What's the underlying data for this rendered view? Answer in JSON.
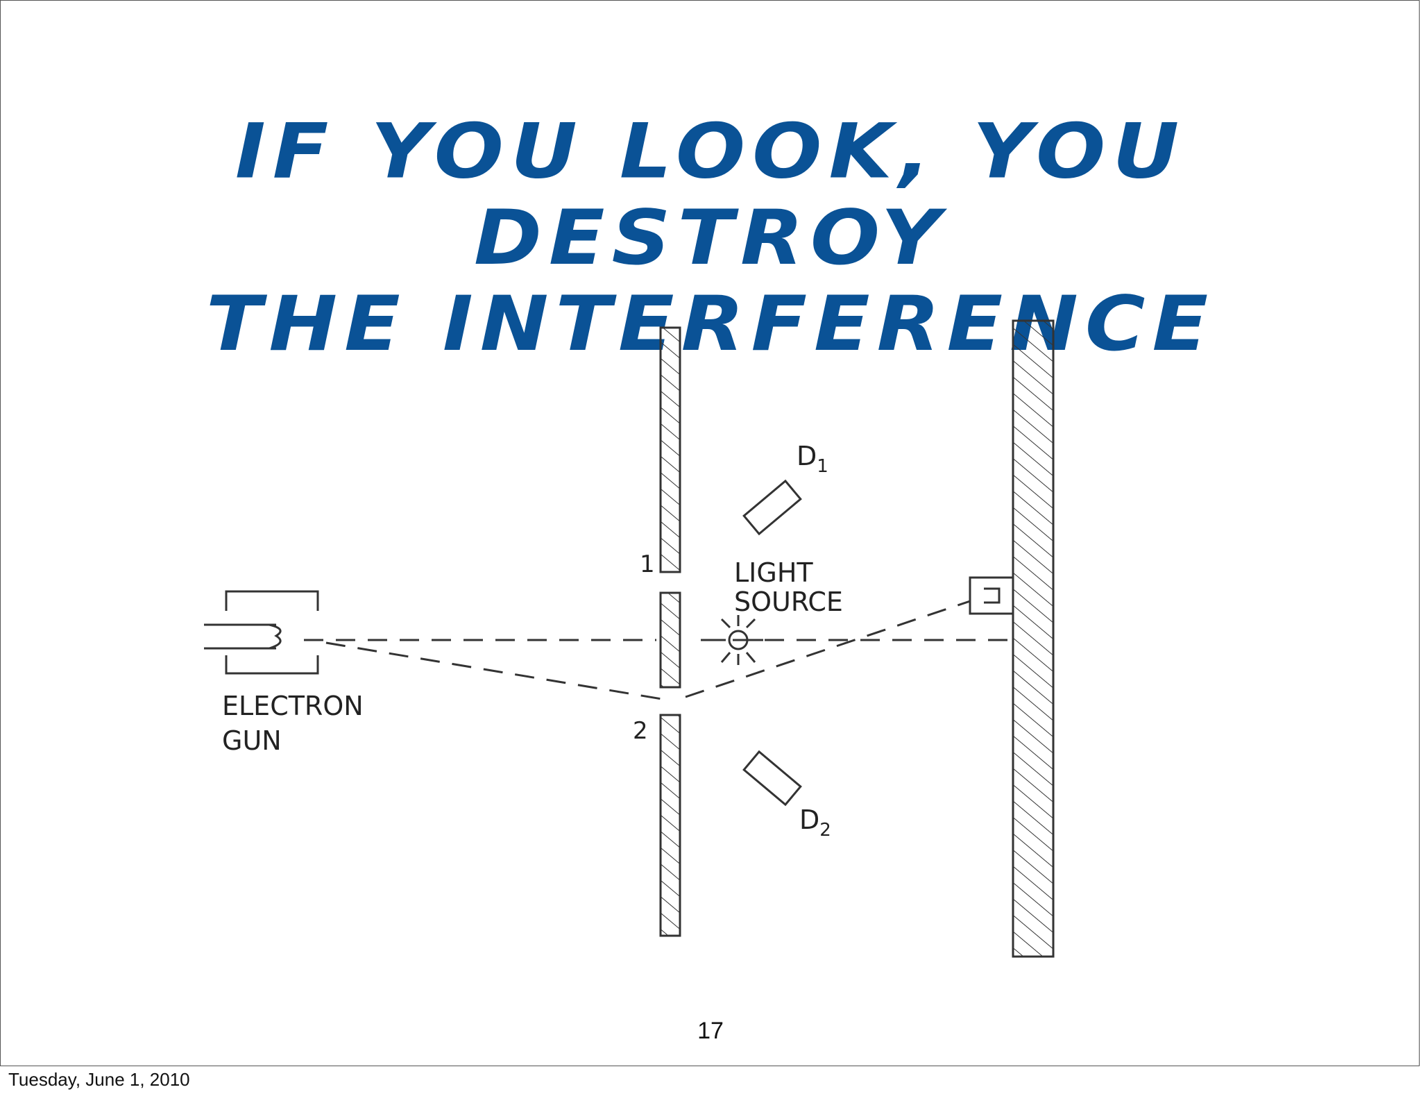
{
  "slide": {
    "title_line1": "If you look, you destroy",
    "title_line2": "the interference",
    "page_number": "17",
    "footer_date": "Tuesday, June 1, 2010",
    "title_color": "#0a5296"
  },
  "diagram": {
    "electron_gun_label_line1": "ELECTRON",
    "electron_gun_label_line2": "GUN",
    "slit1_label": "1",
    "slit2_label": "2",
    "light_source_label_line1": "LIGHT",
    "light_source_label_line2": "SOURCE",
    "detector1_label": "D",
    "detector1_sub": "1",
    "detector2_label": "D",
    "detector2_sub": "2"
  }
}
